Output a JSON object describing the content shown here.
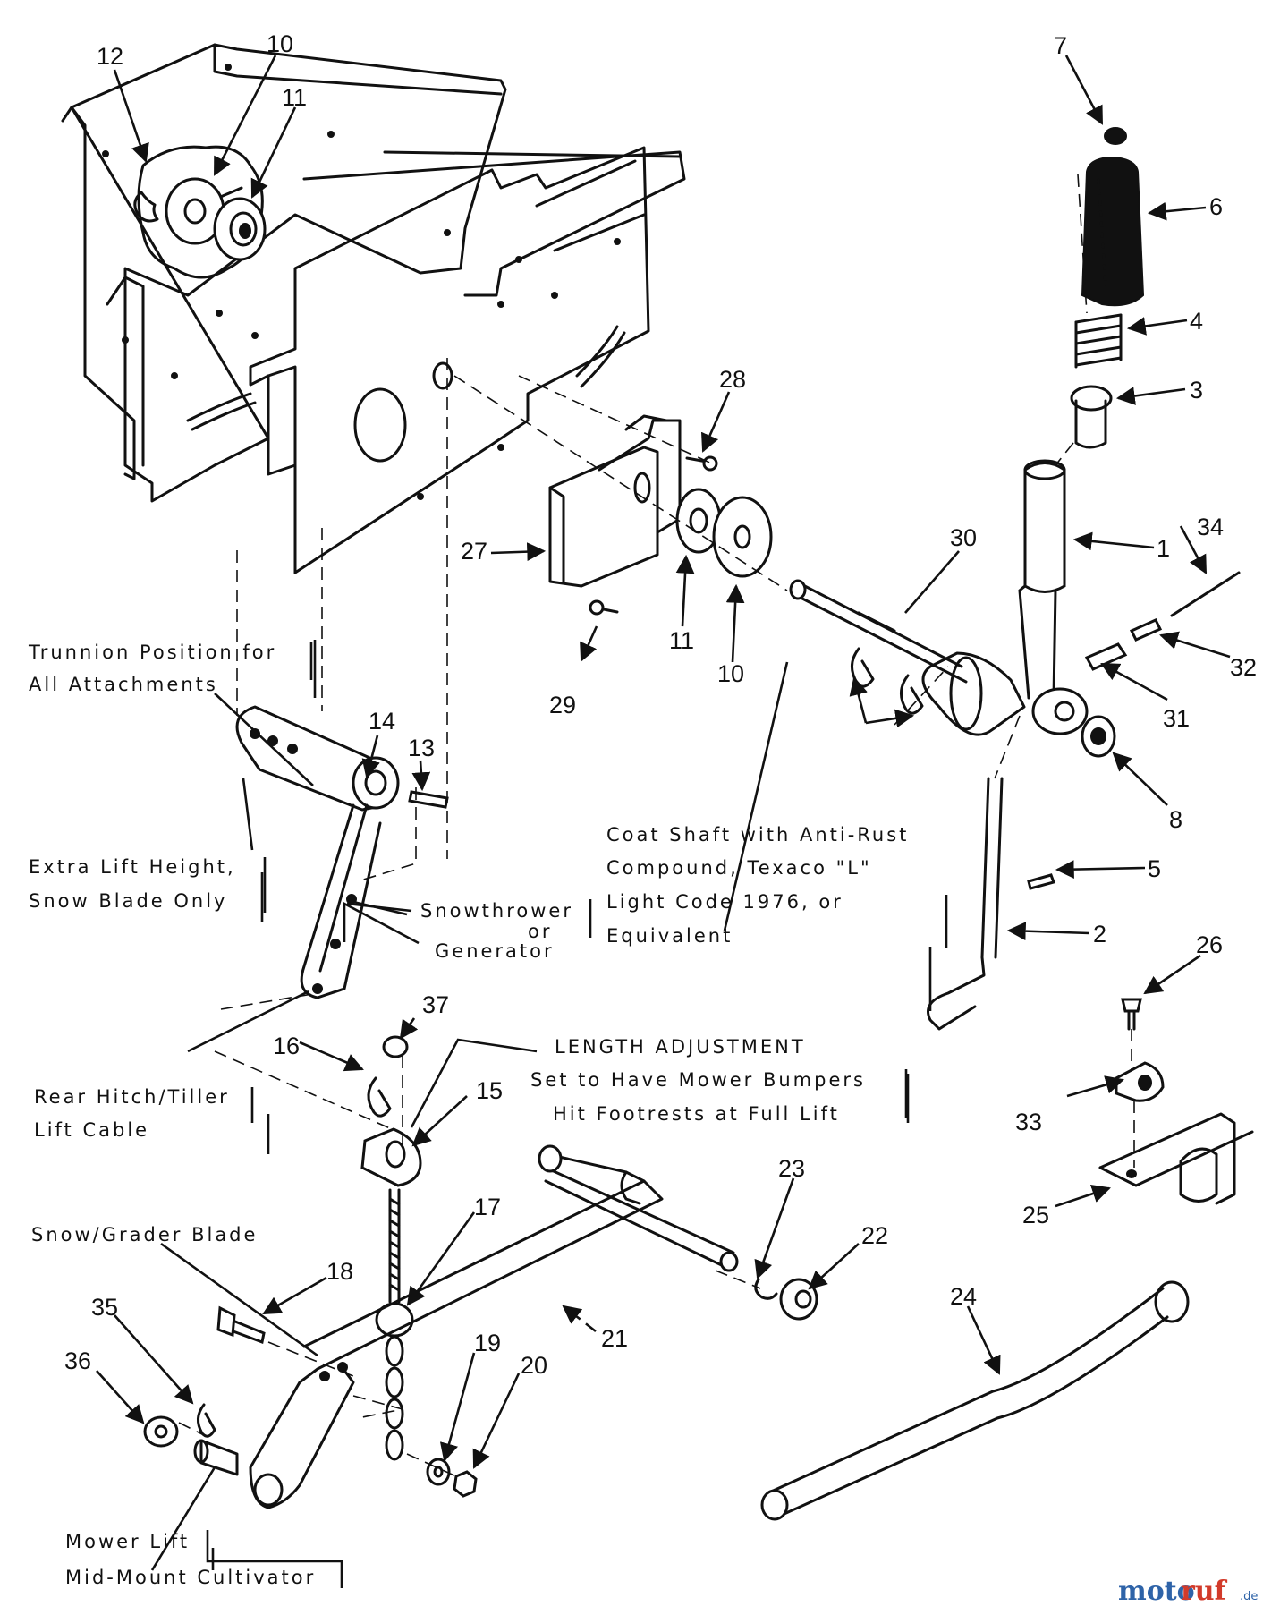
{
  "callouts": [
    {
      "n": "1"
    },
    {
      "n": "2"
    },
    {
      "n": "3"
    },
    {
      "n": "4"
    },
    {
      "n": "5"
    },
    {
      "n": "6"
    },
    {
      "n": "7"
    },
    {
      "n": "8"
    },
    {
      "n": "10"
    },
    {
      "n": "11"
    },
    {
      "n": "12"
    },
    {
      "n": "10"
    },
    {
      "n": "11"
    },
    {
      "n": "13"
    },
    {
      "n": "14"
    },
    {
      "n": "15"
    },
    {
      "n": "16"
    },
    {
      "n": "17"
    },
    {
      "n": "18"
    },
    {
      "n": "19"
    },
    {
      "n": "20"
    },
    {
      "n": "21"
    },
    {
      "n": "22"
    },
    {
      "n": "23"
    },
    {
      "n": "24"
    },
    {
      "n": "25"
    },
    {
      "n": "26"
    },
    {
      "n": "27"
    },
    {
      "n": "28"
    },
    {
      "n": "29"
    },
    {
      "n": "30"
    },
    {
      "n": "31"
    },
    {
      "n": "32"
    },
    {
      "n": "33"
    },
    {
      "n": "34"
    },
    {
      "n": "35"
    },
    {
      "n": "36"
    },
    {
      "n": "37"
    }
  ],
  "notes": {
    "trunnion": [
      "Trunnion Position for",
      "All Attachments"
    ],
    "extra_lift": [
      "Extra Lift Height,",
      "Snow Blade Only"
    ],
    "snowthrower": [
      "Snowthrower",
      "or",
      "Generator"
    ],
    "coat_shaft": [
      "Coat Shaft with Anti-Rust",
      "Compound, Texaco \"L\"",
      "Light Code 1976, or",
      "Equivalent"
    ],
    "length_adj": [
      "LENGTH ADJUSTMENT",
      "Set to Have Mower Bumpers",
      "Hit Footrests at Full Lift"
    ],
    "rear_hitch": [
      "Rear Hitch/Tiller",
      "Lift Cable"
    ],
    "snow_grader": [
      "Snow/Grader Blade"
    ],
    "mower_lift": [
      "Mower Lift",
      "Mid-Mount Cultivator"
    ]
  },
  "watermark": {
    "a": "moto",
    "b": "ruf",
    "c": ".de"
  }
}
